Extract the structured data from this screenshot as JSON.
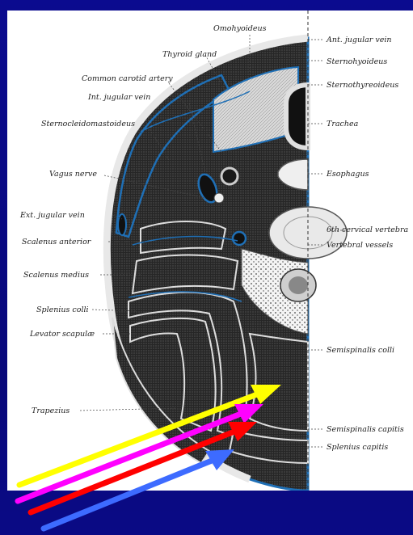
{
  "figure": {
    "labels": {
      "omohyoideus": "Omohyoideus",
      "ant_jugular_vein": "Ant. jugular vein",
      "thyroid_gland": "Thyroid gland",
      "sternohyoideus": "Sternohyoideus",
      "common_carotid_artery": "Common carotid artery",
      "sternothyreoideus": "Sternothyreoideus",
      "int_jugular_vein": "Int. jugular vein",
      "sternocleidomastoideus": "Sternocleidomastoideus",
      "trachea": "Trachea",
      "vagus_nerve": "Vagus nerve",
      "esophagus": "Esophagus",
      "ext_jugular_vein": "Ext. jugular vein",
      "sixth_cervical_vertebra": "6th cervical vertebra",
      "scalenus_anterior": "Scalenus anterior",
      "vertebral_vessels": "Vertebral vessels",
      "scalenus_medius": "Scalenus medius",
      "splenius_colli": "Splenius colli",
      "levator_scapulae": "Levator scapulæ",
      "semispinalis_colli": "Semispinalis colli",
      "trapezius": "Trapezius",
      "semispinalis_capitis": "Semispinalis capitis",
      "splenius_capitis": "Splenius capitis"
    },
    "colors": {
      "background": "#0a0a8c",
      "muscle_fill": "#2f2f2f",
      "fascia": "#1f6fb5",
      "arrow_yellow": "#ffff00",
      "arrow_magenta": "#ff00ff",
      "arrow_red": "#ff0000",
      "arrow_blue": "#3d6bff"
    }
  }
}
